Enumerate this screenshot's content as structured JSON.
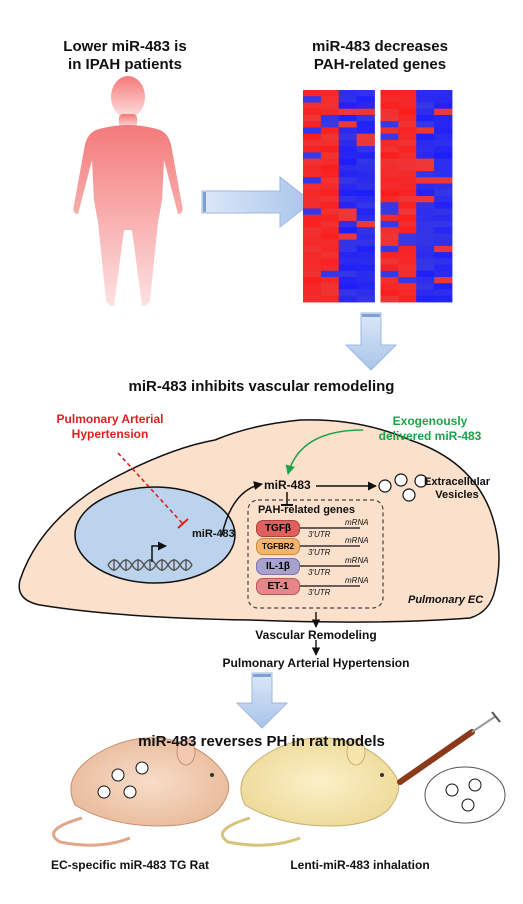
{
  "top": {
    "left_title_line1": "Lower miR-483 is",
    "left_title_line2": "in IPAH patients",
    "right_title_line1": "miR-483 decreases",
    "right_title_line2": "PAH-related genes"
  },
  "middle": {
    "section_title": "miR-483 inhibits vascular remodeling",
    "pah_label_line1": "Pulmonary Arterial",
    "pah_label_line2": "Hypertension",
    "exo_label_line1": "Exogenously",
    "exo_label_line2": "delivered miR-483",
    "mir_cytoplasm": "miR-483",
    "mir_nucleus": "miR-483",
    "ev_label_line1": "Extracellular",
    "ev_label_line2": "Vesicles",
    "genes_title": "PAH-related genes",
    "genes": [
      {
        "name": "TGFβ",
        "utr": "3'UTR",
        "mrna": "mRNA",
        "color": "#e0605e"
      },
      {
        "name": "TGFBR2",
        "utr": "3'UTR",
        "mrna": "mRNA",
        "color": "#f3b46e"
      },
      {
        "name": "IL-1β",
        "utr": "3'UTR",
        "mrna": "mRNA",
        "color": "#a7a1cf"
      },
      {
        "name": "ET-1",
        "utr": "3'UTR",
        "mrna": "mRNA",
        "color": "#e7868a"
      }
    ],
    "cell_label": "Pulmonary EC",
    "outcome1": "Vascular Remodeling",
    "outcome2": "Pulmonary Arterial Hypertension"
  },
  "bottom": {
    "section_title": "miR-483 reverses PH in rat models",
    "left_caption": "EC-specific miR-483 TG Rat",
    "right_caption": "Lenti-miR-483 inhalation"
  },
  "colors": {
    "heat_red": "#e8383a",
    "heat_blue": "#3d3ddc",
    "cell_fill": "#fbe0cc",
    "nucleus_fill": "#bcd3ee",
    "arrow_fill": "#b9cfee",
    "pah_red": "#e02020",
    "exo_green": "#1aa34a"
  }
}
